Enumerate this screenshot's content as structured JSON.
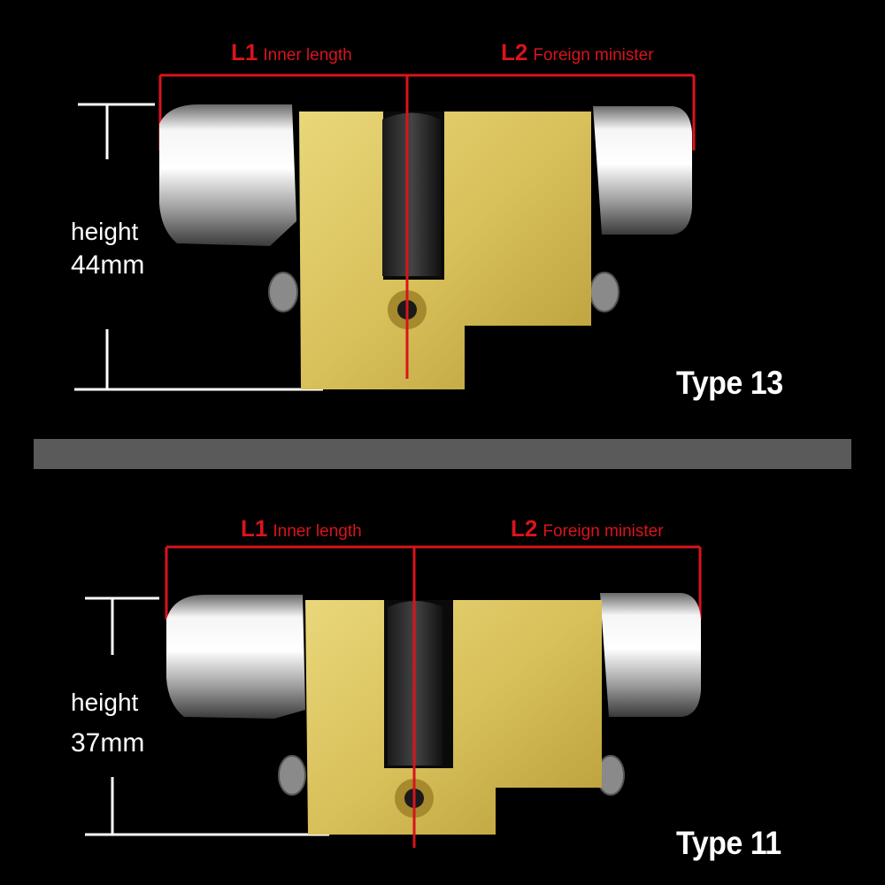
{
  "top": {
    "l1": {
      "code": "L1",
      "text": "Inner length"
    },
    "l2": {
      "code": "L2",
      "text": "Foreign minister"
    },
    "height_label": "height",
    "height_value": "44mm",
    "type_label": "Type 13"
  },
  "bottom": {
    "l1": {
      "code": "L1",
      "text": "Inner length"
    },
    "l2": {
      "code": "L2",
      "text": "Foreign minister"
    },
    "height_label": "height",
    "height_value": "37mm",
    "type_label": "Type 11"
  },
  "colors": {
    "accent_red": "#d8141c",
    "brass": "#d9c25a",
    "chrome": "#c9c9c9",
    "divider": "#5a5a5a"
  }
}
